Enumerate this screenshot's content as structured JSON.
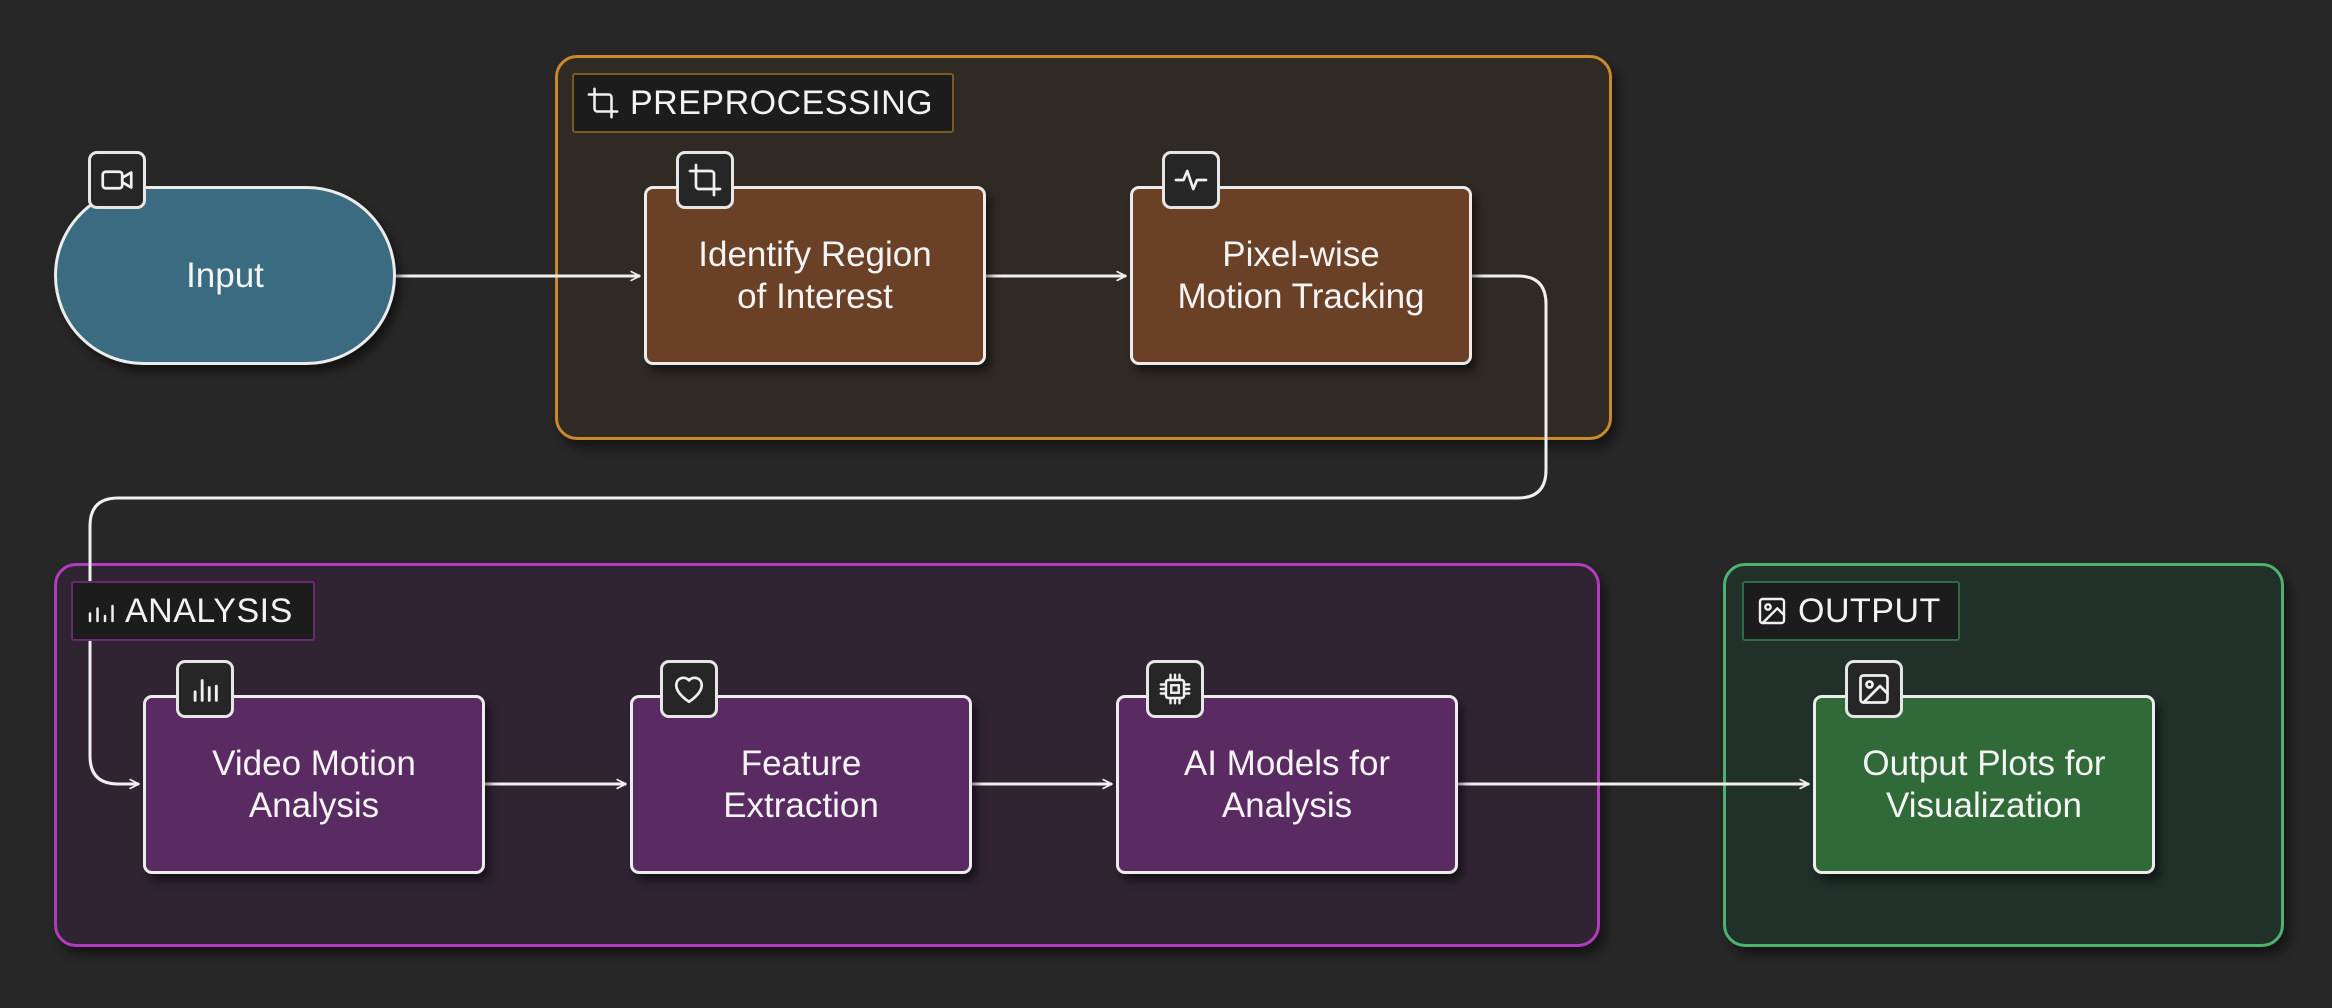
{
  "colors": {
    "background": "#272727",
    "preprocessing_border": "#c98a2d",
    "analysis_border": "#b23cbd",
    "output_border": "#4cb26e",
    "input_node": "#3a6b80",
    "preprocessing_node": "#6a4126",
    "analysis_node": "#5a2a63",
    "output_node": "#2f6a38",
    "connector": "#f0f0f0"
  },
  "groups": {
    "preprocessing": {
      "label": "PREPROCESSING",
      "icon": "crop-icon"
    },
    "analysis": {
      "label": "ANALYSIS",
      "icon": "bar-chart-icon"
    },
    "output": {
      "label": "OUTPUT",
      "icon": "image-icon"
    }
  },
  "nodes": {
    "input": {
      "label": "Input",
      "icon": "video-camera-icon"
    },
    "identify_roi": {
      "label": "Identify Region\nof Interest",
      "icon": "crop-icon"
    },
    "pixel_tracking": {
      "label": "Pixel-wise\nMotion Tracking",
      "icon": "activity-icon"
    },
    "video_motion": {
      "label": "Video Motion\nAnalysis",
      "icon": "bar-chart-icon"
    },
    "feature_extraction": {
      "label": "Feature\nExtraction",
      "icon": "heart-icon"
    },
    "ai_models": {
      "label": "AI Models for\nAnalysis",
      "icon": "cpu-chip-icon"
    },
    "output_plots": {
      "label": "Output Plots for\nVisualization",
      "icon": "image-icon"
    }
  },
  "edges": [
    {
      "from": "Input",
      "to": "Identify Region of Interest"
    },
    {
      "from": "Identify Region of Interest",
      "to": "Pixel-wise Motion Tracking"
    },
    {
      "from": "Pixel-wise Motion Tracking",
      "to": "Video Motion Analysis"
    },
    {
      "from": "Video Motion Analysis",
      "to": "Feature Extraction"
    },
    {
      "from": "Feature Extraction",
      "to": "AI Models for Analysis"
    },
    {
      "from": "AI Models for Analysis",
      "to": "Output Plots for Visualization"
    }
  ]
}
